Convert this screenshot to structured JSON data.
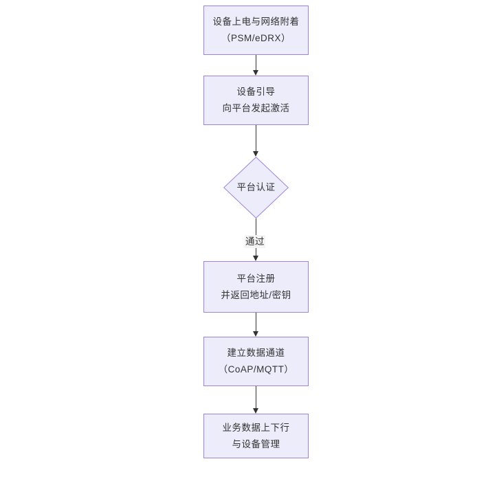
{
  "diagram": {
    "type": "flowchart",
    "orientation": "top-to-bottom",
    "background_color": "#ffffff",
    "node_fill_color": "#ececfb",
    "node_border_color": "#9f82d8",
    "text_color": "#333333",
    "connector_color": "#333333",
    "nodes": [
      {
        "id": "power-on",
        "shape": "rectangle",
        "lines": [
          "设备上电与网络附着",
          "（PSM/eDRX）"
        ]
      },
      {
        "id": "bootstrap",
        "shape": "rectangle",
        "lines": [
          "设备引导",
          "向平台发起激活"
        ]
      },
      {
        "id": "platform-auth",
        "shape": "diamond",
        "lines": [
          "平台认证"
        ]
      },
      {
        "id": "platform-register",
        "shape": "rectangle",
        "lines": [
          "平台注册",
          "并返回地址/密钥"
        ]
      },
      {
        "id": "data-channel",
        "shape": "rectangle",
        "lines": [
          "建立数据通道",
          "（CoAP/MQTT）"
        ]
      },
      {
        "id": "service-data",
        "shape": "rectangle",
        "lines": [
          "业务数据上下行",
          "与设备管理"
        ]
      }
    ],
    "edges": [
      {
        "id": "e1",
        "from": "power-on",
        "to": "bootstrap",
        "label": ""
      },
      {
        "id": "e2",
        "from": "bootstrap",
        "to": "platform-auth",
        "label": ""
      },
      {
        "id": "e3",
        "from": "platform-auth",
        "to": "platform-register",
        "label": "通过"
      },
      {
        "id": "e4",
        "from": "platform-register",
        "to": "data-channel",
        "label": ""
      },
      {
        "id": "e5",
        "from": "data-channel",
        "to": "service-data",
        "label": ""
      }
    ]
  }
}
